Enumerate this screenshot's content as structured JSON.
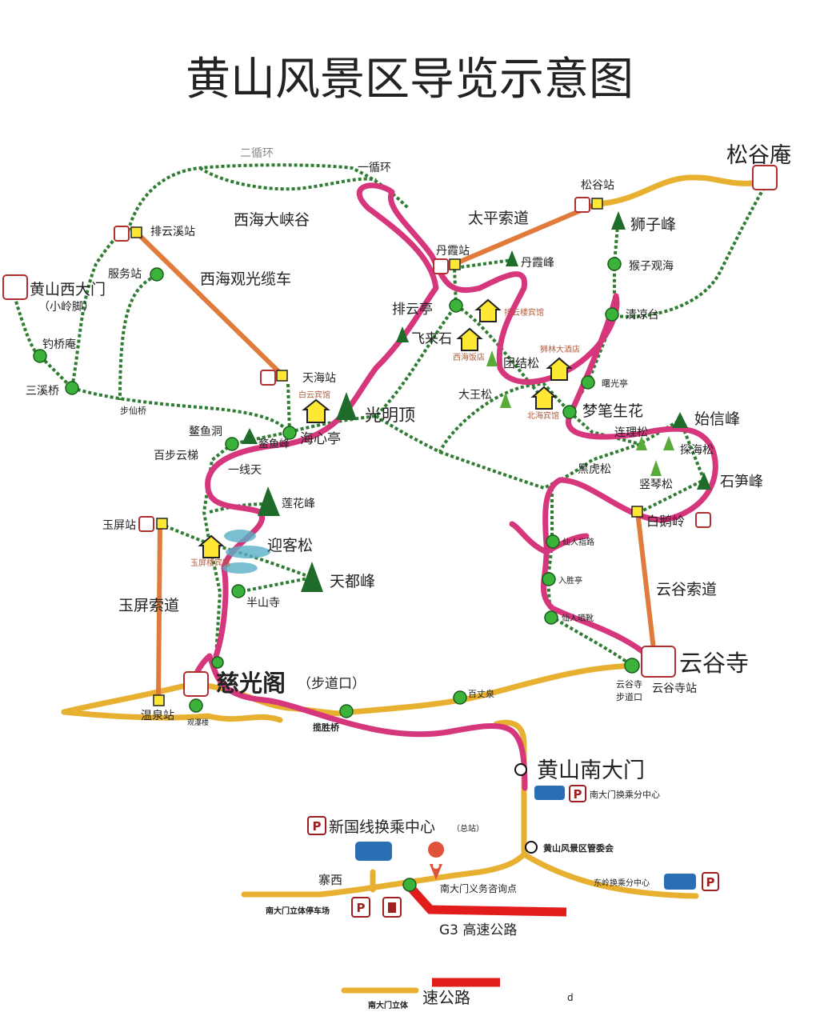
{
  "title": "黄山风景区导览示意图",
  "colors": {
    "trail": "#2e7d32",
    "road": "#e8b030",
    "cableway": "#e07b3c",
    "drawn_route": "#d6377c",
    "highway": "#e21b1b",
    "viewpoint": "#3bb33b",
    "station": "#ffe833"
  },
  "icons": [
    "cableway-station-icon",
    "viewpoint-dot-icon",
    "peak-icon",
    "pine-tree-icon",
    "hotel-icon",
    "bus-icon",
    "parking-icon",
    "gas-station-icon",
    "location-pin-icon"
  ],
  "labels": {
    "er_xun_huan": "二循环",
    "yi_xun_huan": "一循环",
    "xihai_canyon": "西海大峡谷",
    "paiyunxi_station": "排云溪站",
    "service_station": "服务站",
    "xihai_cable": "西海观光缆车",
    "west_gate": "黄山西大门",
    "west_gate_sub": "（小岭脚）",
    "diaoqiao": "钓桥庵",
    "sanxi_bridge": "三溪桥",
    "buxian_bridge": "步仙桥",
    "tianhai_station": "天海站",
    "baiyun_hotel": "白云宾馆",
    "guangming_top": "光明顶",
    "songgu_an": "松谷庵",
    "songgu_station": "松谷站",
    "taiping_cable": "太平索道",
    "shizi_peak": "狮子峰",
    "danxia_station": "丹霞站",
    "danxia_peak": "丹霞峰",
    "houzi_guanhai": "猴子观海",
    "paiyun_pavilion": "排云亭",
    "paiyunlou_hotel": "排云楼宾馆",
    "qingliang_tai": "清凉台",
    "feilai_stone": "飞来石",
    "xihai_hotel": "西海饭店",
    "shilin_hotel": "狮林大酒店",
    "tuanjie_pine": "团结松",
    "shuguang_pavilion": "曙光亭",
    "dawang_pine": "大王松",
    "beihai_hotel": "北海宾馆",
    "mengbi": "梦笔生花",
    "shixin_peak": "始信峰",
    "lianli_pine": "连理松",
    "tanhai_pine": "探海松",
    "heihu_pine": "黑虎松",
    "shuqin_pine": "竖琴松",
    "shisun_peak": "石笋峰",
    "baie_ridge": "白鹅岭",
    "aoyu_cave": "鳌鱼洞",
    "aoyu_peak": "鳌鱼峰",
    "haixin_pavilion": "海心亭",
    "bubu_ladder": "百步云梯",
    "yixian_tian": "一线天",
    "lianhua_peak": "莲花峰",
    "yuping_station": "玉屏站",
    "yingke_pine": "迎客松",
    "xianren_zhilu": "仙人指路",
    "yupinglou_hotel": "玉屏楼宾馆",
    "tiandu_peak": "天都峰",
    "rusheng_pavilion": "入胜亭",
    "banshan_temple": "半山寺",
    "yuping_cable": "玉屏索道",
    "yungu_cable": "云谷索道",
    "xianren_spot": "仙人晒靴",
    "yungu_temple": "云谷寺",
    "ciguang_pavilion": "慈光阁",
    "ciguang_sub": "（步道口）",
    "baizhang_spring": "百丈泉",
    "yungu_trailhead_1": "云谷寺",
    "yungu_trailhead_2": "步道口",
    "yungu_station": "云谷寺站",
    "wenquan_station": "温泉站",
    "guanpu_tower": "观瀑楼",
    "lansheng_bridge": "揽胜桥",
    "south_gate": "黄山南大门",
    "south_transfer": "南大门换乘分中心",
    "xinguoxian_transfer": "新国线换乘中心",
    "xinguoxian_sub": "（总站）",
    "admin_committee": "黄山风景区管委会",
    "zhaixi": "寨西",
    "info_point": "南大门义务咨询点",
    "dongling_transfer": "东岭换乘分中心",
    "parking_garage": "南大门立体停车场",
    "g3_highway": "G3 高速公路",
    "bottom_highway_fragment": "速公路",
    "bottom_parking_fragment": "南大门立体",
    "bottom_d": "d"
  }
}
